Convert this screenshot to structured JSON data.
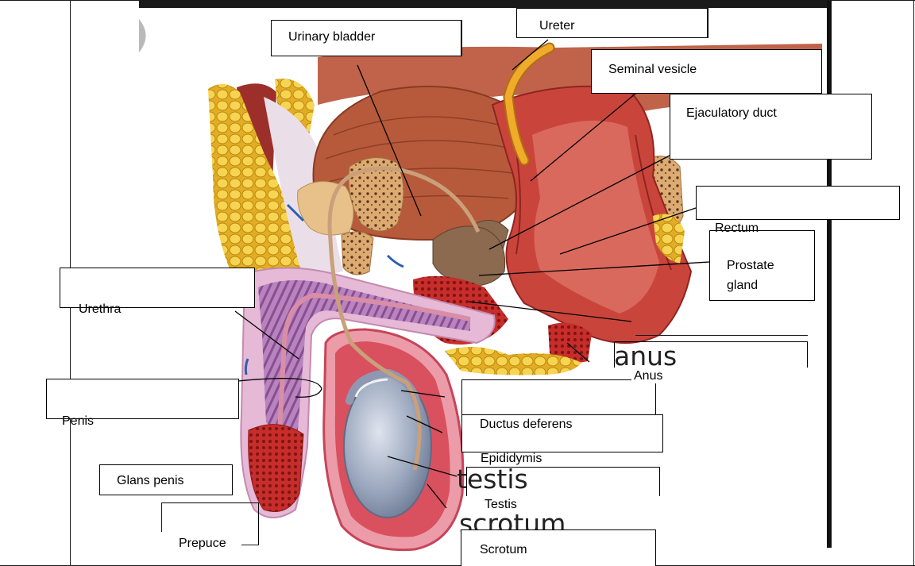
{
  "labels": {
    "urinary_bladder": "Urinary bladder",
    "ureter": "Ureter",
    "seminal_vesicle": "Seminal vesicle",
    "ejaculatory_duct": "Ejaculatory duct",
    "rectum": "Rectum",
    "prostate_gland": "Prostate gland",
    "urethra": "Urethra",
    "penis": "Penis",
    "glans_penis": "Glans penis",
    "prepuce": "Prepuce",
    "anus": "Anus",
    "ductus_deferens": "Ductus deferens",
    "epididymis": "Epididymis",
    "testis": "Testis",
    "scrotum": "Scrotum"
  },
  "figure_text": {
    "anus": "anus",
    "testis": "testis",
    "scrotum": "scrotum"
  },
  "colors": {
    "fat": "#f2c94a",
    "muscle": "#b8563e",
    "rectum": "#c9453c",
    "testis": "#9aa6bd",
    "ureter": "#e39a1d",
    "label_border": "#000000"
  }
}
